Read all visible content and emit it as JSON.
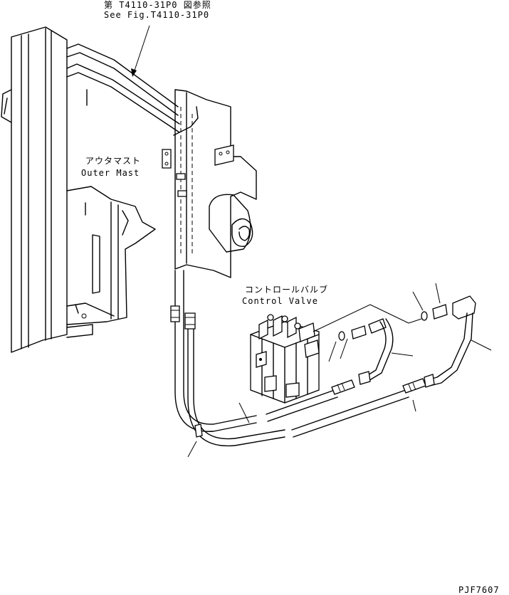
{
  "labels": {
    "ref_jp": "第 T4110-31P0 図参照",
    "ref_en": "See Fig.T4110-31P0",
    "outer_mast_jp": "アウタマスト",
    "outer_mast_en": "Outer Mast",
    "control_valve_jp": "コントロールバルブ",
    "control_valve_en": "Control Valve",
    "drawing_code": "PJF7607"
  }
}
